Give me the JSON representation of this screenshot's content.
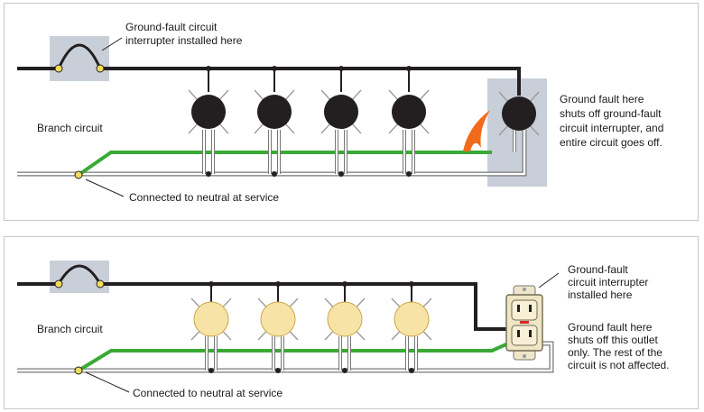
{
  "top": {
    "gfci_callout": [
      "Ground-fault circuit",
      "interrupter installed here"
    ],
    "branch_label": "Branch circuit",
    "neutral_callout": "Connected to neutral at service",
    "fault_note": [
      "Ground fault here",
      "shuts off ground-fault",
      "circuit interrupter, and",
      "entire circuit goes off."
    ],
    "lamp_state": "off"
  },
  "bottom": {
    "gfci_callout": [
      "Ground-fault",
      "circuit interrupter",
      "installed here"
    ],
    "branch_label": "Branch circuit",
    "neutral_callout": "Connected to neutral at service",
    "fault_note": [
      "Ground fault here",
      "shuts off this outlet",
      "only. The rest of the",
      "circuit is not affected."
    ],
    "lamp_state": "on"
  },
  "colors": {
    "hot_wire": "#231f20",
    "ground_wire": "#3aa935",
    "neutral_wire": "#ffffff",
    "box_fill": "#c9cfd8",
    "lamp_off": "#231f20",
    "lamp_on": "#f8e3a6",
    "terminal": "#f0dc5a",
    "spark": "#f26a1b"
  }
}
